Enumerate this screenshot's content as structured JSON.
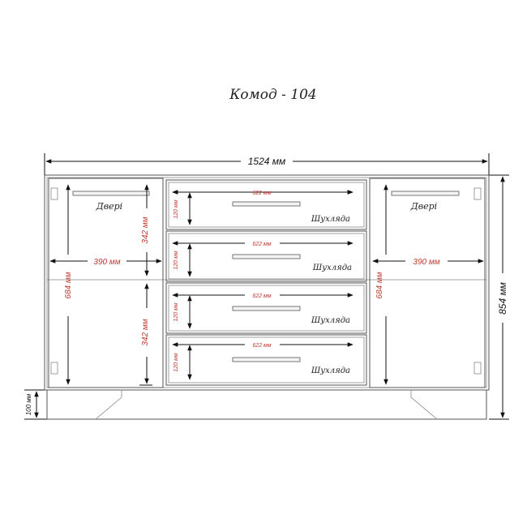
{
  "title": "Комод - 104",
  "dimensions": {
    "width": "1524 мм",
    "height": "854 мм",
    "legs": "100 мм",
    "door_height": "684 мм",
    "door_half": "342 мм",
    "door_width": "390 мм",
    "drawer_width": "622 мм",
    "drawer_height": "120 мм"
  },
  "labels": {
    "door": "Двері",
    "drawer": "Шухляда"
  },
  "colors": {
    "outline": "#555555",
    "dimension_text": "#c0392b",
    "dimension_line": "#111111"
  }
}
